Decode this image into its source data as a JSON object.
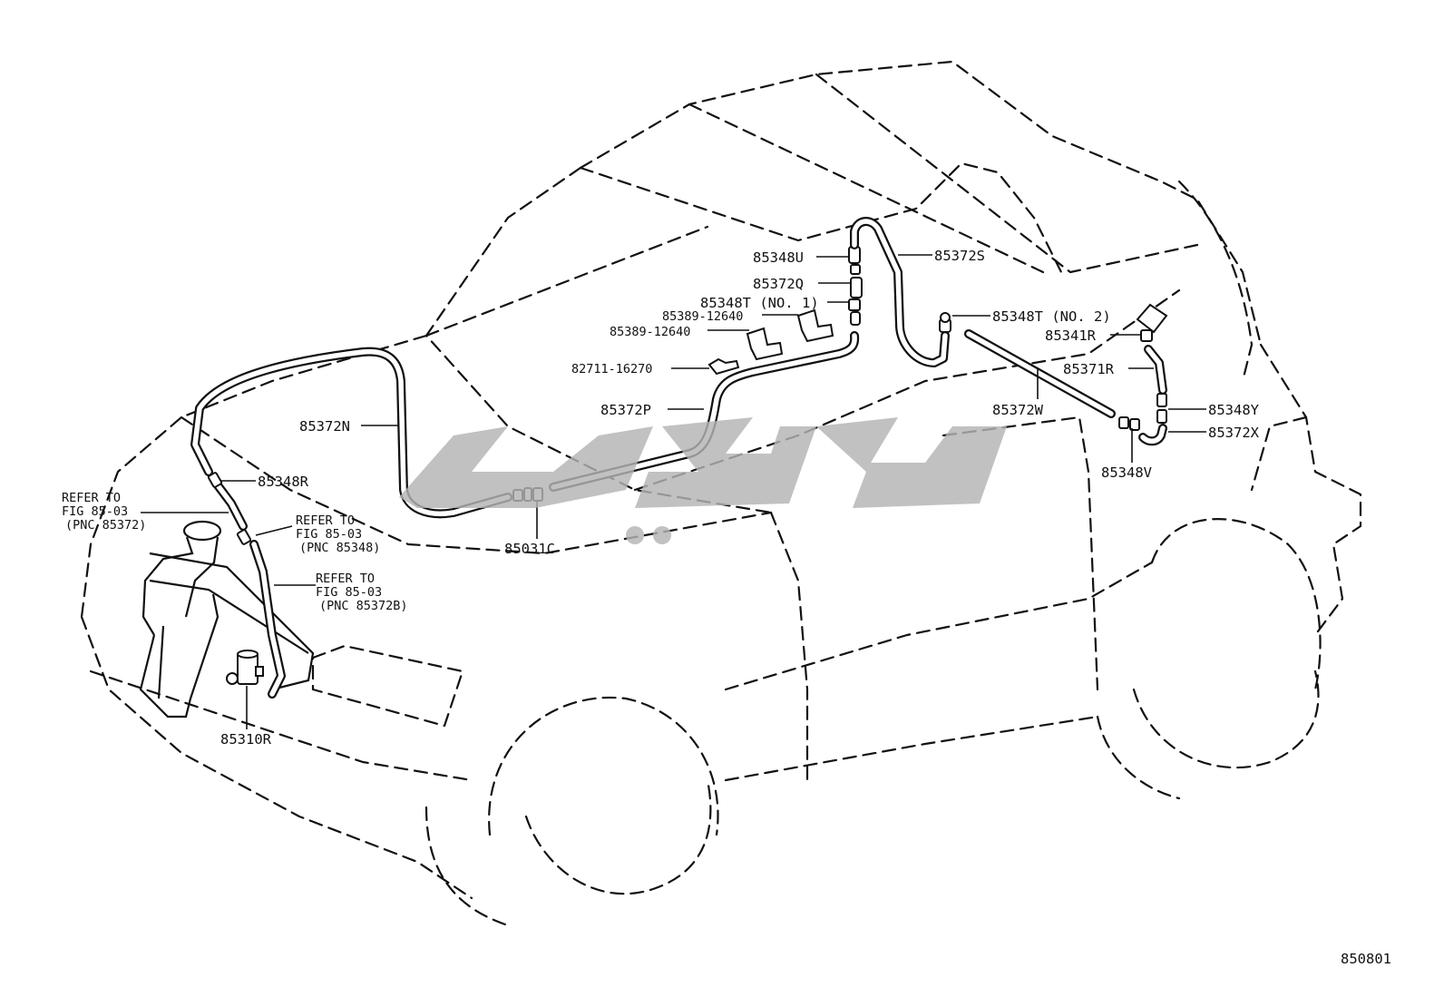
{
  "labels": {
    "p85348U": "85348U",
    "p85372Q": "85372Q",
    "p85348T1": "85348T (NO. 1)",
    "p85389a": "85389-12640",
    "p85389b": "85389-12640",
    "p82711": "82711-16270",
    "p85372P": "85372P",
    "p85372N": "85372N",
    "p85348R": "85348R",
    "p85031C": "85031C",
    "p85310R": "85310R",
    "p85372S": "85372S",
    "p85348T2": "85348T (NO. 2)",
    "p85341R": "85341R",
    "p85371R": "85371R",
    "p85372W": "85372W",
    "p85348Y": "85348Y",
    "p85372X": "85372X",
    "p85348V": "85348V"
  },
  "refs": {
    "ref1": {
      "line1": "REFER TO",
      "line2": "FIG 85-03",
      "line3": "(PNC 85372)"
    },
    "ref2": {
      "line1": "REFER TO",
      "line2": "FIG 85-03",
      "line3": "(PNC 85348)"
    },
    "ref3": {
      "line1": "REFER TO",
      "line2": "FIG 85-03",
      "line3": "(PNC 85372B)"
    }
  },
  "figure_number": "850801",
  "watermark": "یدکچی"
}
